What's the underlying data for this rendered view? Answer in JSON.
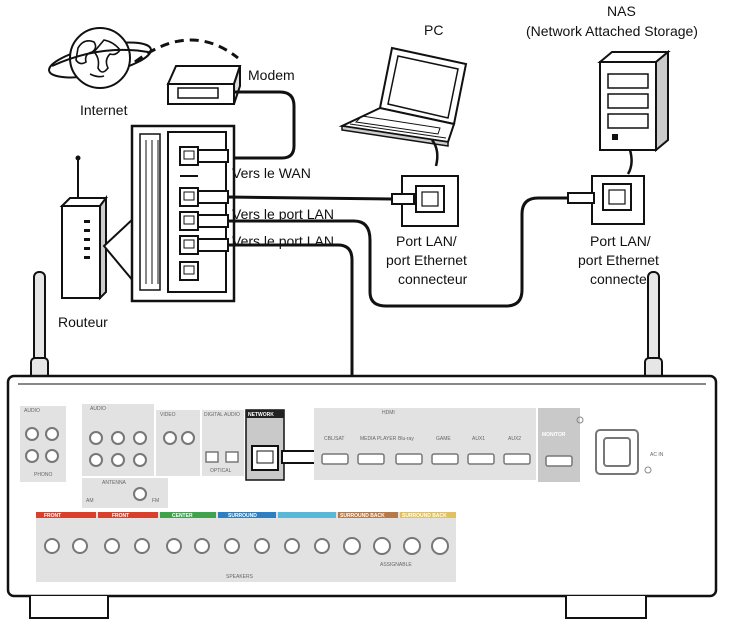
{
  "labels": {
    "internet": "Internet",
    "modem": "Modem",
    "pc": "PC",
    "nas_line1": "NAS",
    "nas_line2": "(Network Attached Storage)",
    "vers_wan": "Vers le WAN",
    "vers_lan_1": "Vers le port LAN",
    "vers_lan_2": "Vers le port LAN",
    "routeur": "Routeur",
    "pc_port_1": "Port LAN/",
    "pc_port_2": "port Ethernet",
    "pc_port_3": "connecteur",
    "nas_port_1": "Port LAN/",
    "nas_port_2": "port Ethernet",
    "nas_port_3": "connecteur"
  },
  "panel": {
    "network": "NETWORK",
    "hdmi": "HDMI",
    "monitor": "MONITOR",
    "ac_in": "AC IN",
    "antenna": "ANTENNA",
    "digital_audio": "DIGITAL AUDIO",
    "optical": "OPTICAL",
    "phono": "PHONO",
    "audio": "AUDIO",
    "video": "VIDEO",
    "am": "AM",
    "fm": "FM",
    "speakers": "SPEAKERS",
    "assignable": "ASSIGNABLE",
    "hdmi_inputs": [
      "CBL/SAT",
      "MEDIA PLAYER",
      "Blu-ray",
      "GAME",
      "AUX1",
      "AUX2"
    ],
    "speaker_sections": [
      "FRONT",
      "FRONT",
      "CENTER",
      "SURROUND",
      "",
      "SURROUND BACK",
      "SURROUND BACK"
    ]
  },
  "colors": {
    "line": "#111111",
    "panel_bg": "#e2e2e2",
    "front": "#d9402b",
    "center": "#3fa34d",
    "surround": "#2d7fc1",
    "surround2": "#59b7d8",
    "surround_back": "#b5794a",
    "surround_back2": "#e0c060"
  }
}
